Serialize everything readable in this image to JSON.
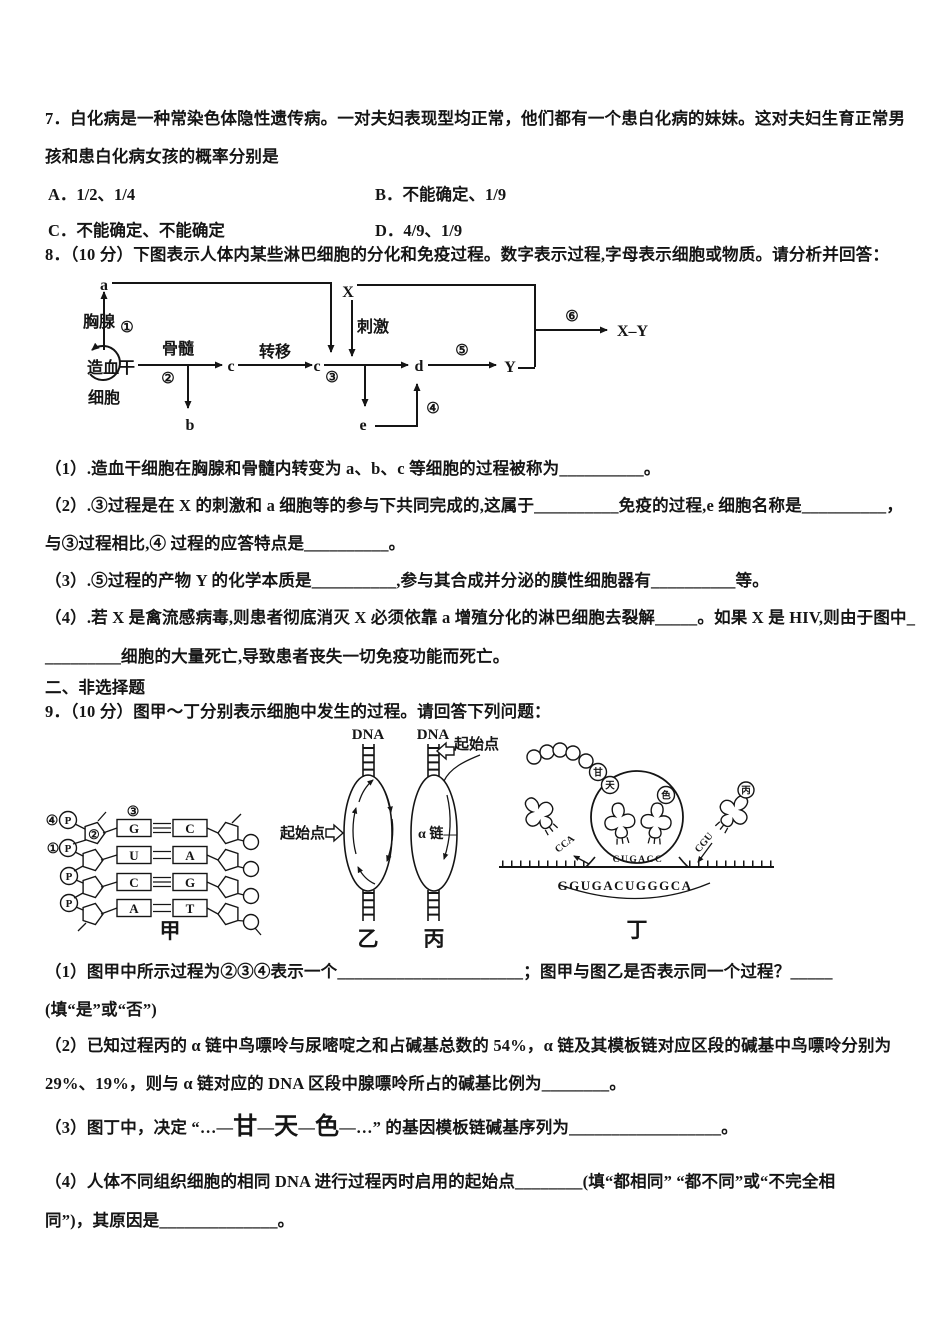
{
  "q7": {
    "l1": "7．白化病是一种常染色体隐性遗传病。一对夫妇表现型均正常，他们都有一个患白化病的妹妹。这对夫妇生育正常男",
    "l2": "孩和患白化病女孩的概率分别是",
    "optA": "A．1/2、1/4",
    "optB": "B．不能确定、1/9",
    "optC": "C．不能确定、不能确定",
    "optD": "D．4/9、1/9"
  },
  "q8": {
    "stem": "8．（10 分）下图表示人体内某些淋巴细胞的分化和免疫过程。数字表示过程,字母表示细胞或物质。请分析并回答：",
    "diagram": {
      "thymus": "胸腺",
      "step1": "①",
      "cell_a": "a",
      "stem_cell_1": "造血干",
      "stem_cell_2": "细胞",
      "marrow": "骨髓",
      "step2": "②",
      "cell_b": "b",
      "cell_c1": "c",
      "transfer": "转移",
      "cell_c2": "c",
      "step3": "③",
      "antigen_x": "X",
      "stimulate": "刺激",
      "cell_d": "d",
      "cell_e": "e",
      "step4": "④",
      "step5": "⑤",
      "product_y": "Y",
      "step6": "⑥",
      "complex_xy": "X–Y"
    },
    "p1": "（1）.造血干细胞在胸腺和骨髓内转变为 a、b、c 等细胞的过程被称为__________。",
    "p2l1": "（2）.③过程是在 X 的刺激和 a 细胞等的参与下共同完成的,这属于__________免疫的过程,e 细胞名称是__________，",
    "p2l2": "与③过程相比,④ 过程的应答特点是__________。",
    "p3": "（3）.⑤过程的产物 Y 的化学本质是__________,参与其合成并分泌的膜性细胞器有__________等。",
    "p4l1": "（4）.若 X 是禽流感病毒,则患者彻底消灭 X 必须依靠 a 增殖分化的淋巴细胞去裂解_____。如果 X 是 HIV,则由于图中_",
    "p4l2": "_________细胞的大量死亡,导致患者丧失一切免疫功能而死亡。"
  },
  "section2": "二、非选择题",
  "q9": {
    "stem": "9．（10 分）图甲～丁分别表示细胞中发生的过程。请回答下列问题：",
    "jia": {
      "num4": "④",
      "num1": "①",
      "num2": "②",
      "num3": "③",
      "p": "P",
      "b1l": "G",
      "b2l": "U",
      "b3l": "C",
      "b4l": "A",
      "b1r": "C",
      "b2r": "A",
      "b3r": "G",
      "b4r": "T",
      "label": "甲"
    },
    "yi": {
      "dna": "DNA",
      "origin": "起始点",
      "label": "乙"
    },
    "bingd": {
      "dna": "DNA",
      "origin": "起始点",
      "alpha": "α 链—",
      "label": "丙"
    },
    "ding": {
      "aa_gan": "甘",
      "aa_tian": "天",
      "aa_se": "色",
      "aa_bing": "丙",
      "cca": "CCA",
      "cgu": "CGU",
      "anticodons": "CUGACC",
      "mrna": "GGUGACUGGGCA",
      "label": "丁"
    },
    "p1l1": "（1）图甲中所示过程为②③④表示一个______________________；图甲与图乙是否表示同一个过程？_____",
    "p1l2": "(填“是”或“否”)",
    "p2l1": "（2）已知过程丙的 α 链中鸟嘌呤与尿嘧啶之和占碱基总数的 54%，α 链及其模板链对应区段的碱基中鸟嘌呤分别为",
    "p2l2": "29%、19%，则与 α 链对应的 DNA 区段中腺嘌呤所占的碱基比例为________。",
    "p3pre": "（3）图丁中，决定 “…—",
    "p3a1": "甘",
    "p3d1": "—",
    "p3a2": "天",
    "p3d2": "—",
    "p3a3": "色",
    "p3post": "—…” 的基因模板链碱基序列为__________________。",
    "p4l1": "（4）人体不同组织细胞的相同 DNA 进行过程丙时启用的起始点________(填“都相同” “都不同”或“不完全相",
    "p4l2": "同”)，其原因是______________。"
  }
}
